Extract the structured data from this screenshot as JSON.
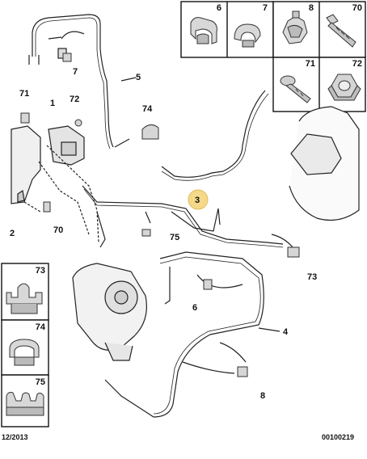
{
  "callouts": {
    "c1": "1",
    "c2": "2",
    "c3": "3",
    "c4": "4",
    "c5": "5",
    "c6": "6",
    "c7": "7",
    "c8": "8",
    "c70": "70",
    "c71": "71",
    "c72": "72",
    "c73": "73",
    "c74": "74",
    "c75": "75"
  },
  "legend": {
    "top_row": [
      "6",
      "7",
      "8",
      "70"
    ],
    "second_row": [
      "71",
      "72"
    ],
    "left_column": [
      "73",
      "74",
      "75"
    ]
  },
  "footer": {
    "date": "12/2013",
    "ref": "00100219"
  },
  "colors": {
    "highlight_callout": "#f5d98a",
    "line": "#1a1a1a",
    "part_gray": "#d4d4d4"
  }
}
